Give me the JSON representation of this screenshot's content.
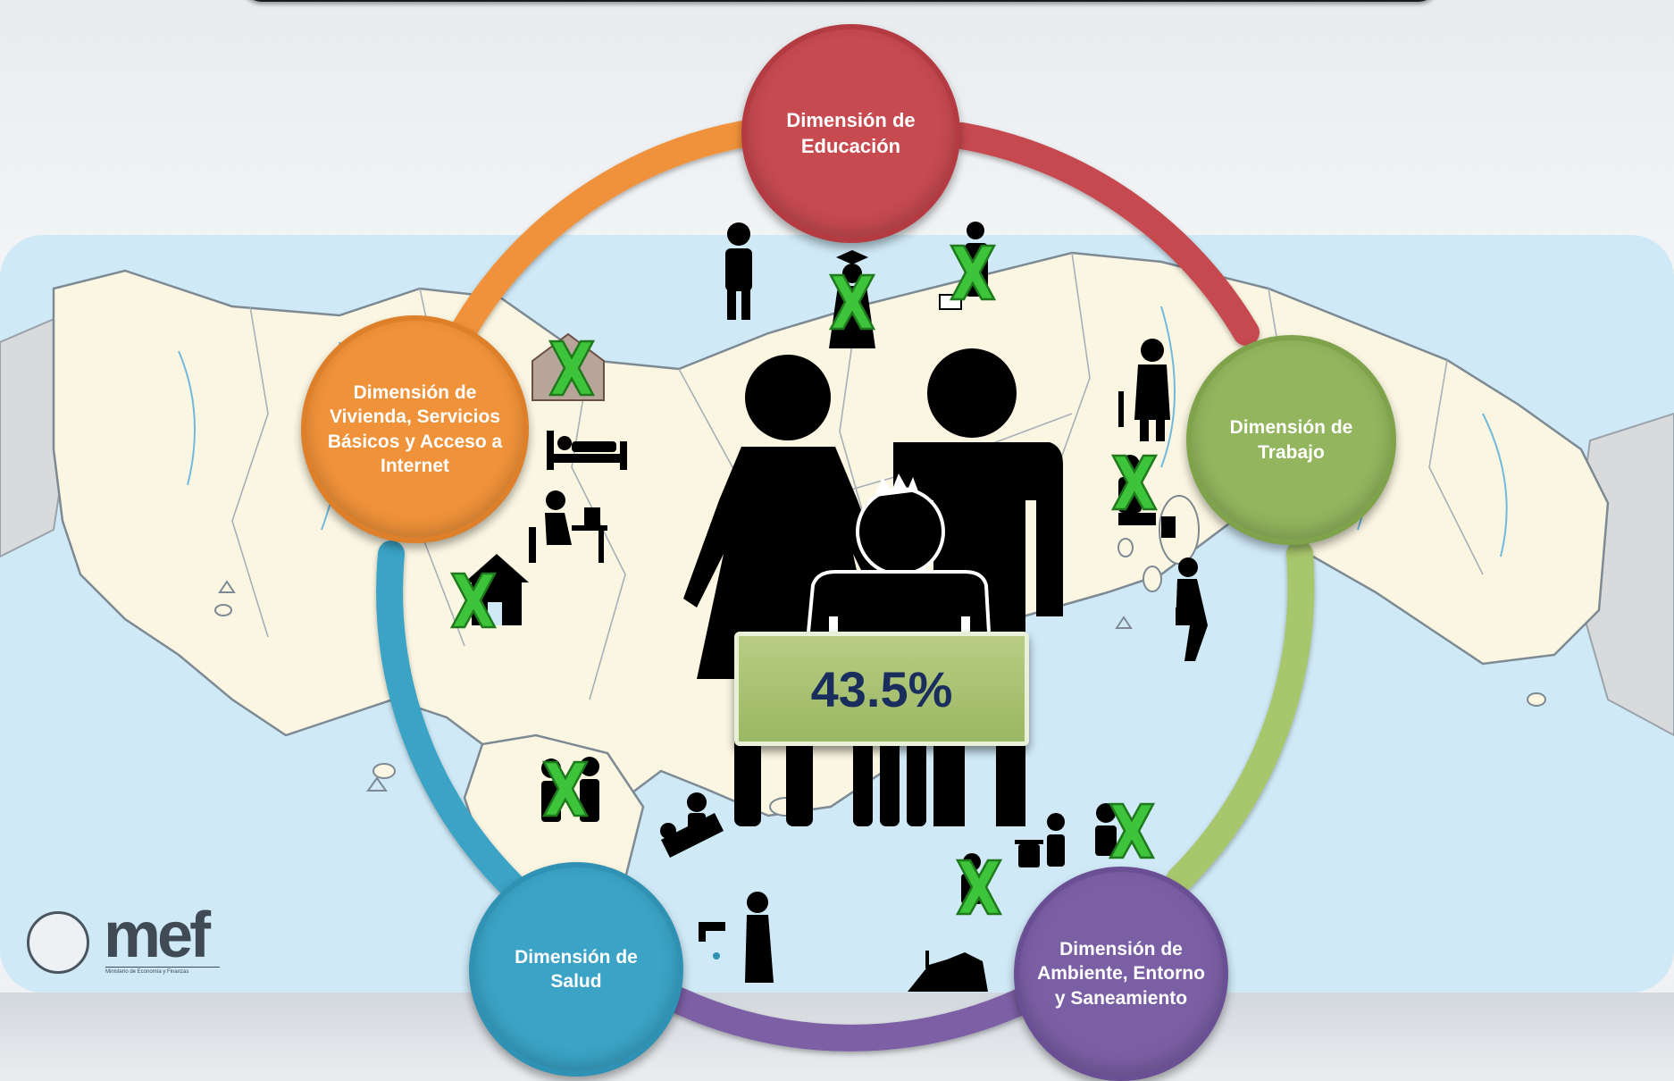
{
  "dimensions": {
    "educacion": "Dimensión de Educación",
    "trabajo": "Dimensión de Trabajo",
    "ambiente": "Dimensión de Ambiente, Entorno y Saneamiento",
    "salud": "Dimensión de Salud",
    "vivienda": "Dimensión de Vivienda, Servicios Básicos y Acceso a Internet"
  },
  "center_value": "43.5%",
  "logo": {
    "text": "mef",
    "caption": "Ministerio de Economía y Finanzas"
  },
  "colors": {
    "educacion": "#c64a50",
    "trabajo": "#92b55e",
    "ambiente": "#7b5fa5",
    "salud": "#3aa3c6",
    "vivienda": "#f0923a",
    "x_mark": "#3ec43a",
    "map_sea": "#cfe9f6",
    "map_land": "#fbf6e2"
  }
}
